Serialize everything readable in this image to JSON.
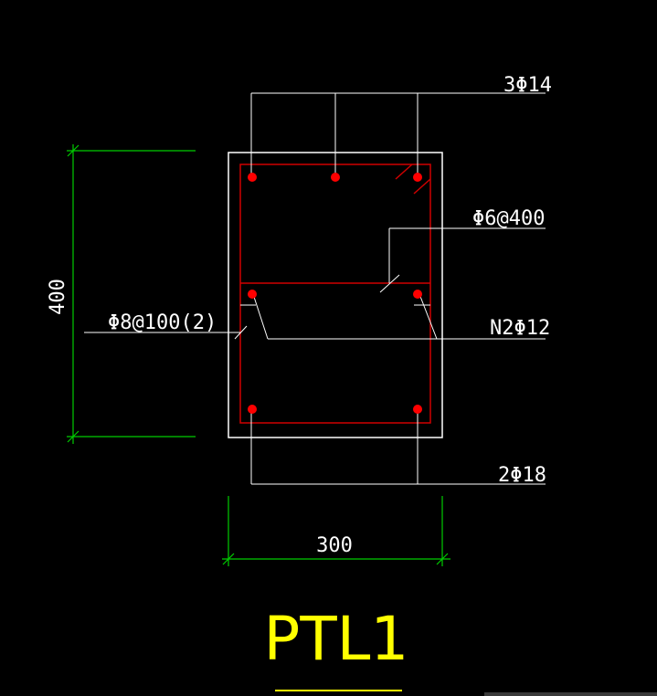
{
  "drawing": {
    "title": "PTL1",
    "labels": {
      "top_bars": "3Φ14",
      "tie_bar": "Φ6@400",
      "stirrup": "Φ8@100(2)",
      "side_bars": "N2Φ12",
      "bottom_bars": "2Φ18"
    },
    "dimensions": {
      "height": "400",
      "width": "300"
    }
  },
  "colors": {
    "background": "#000000",
    "outline": "#ffffff",
    "leader": "#ffffff",
    "rebar": "#ff0000",
    "stirrup": "#d00000",
    "dimension": "#00cc00",
    "title": "#ffff00"
  }
}
